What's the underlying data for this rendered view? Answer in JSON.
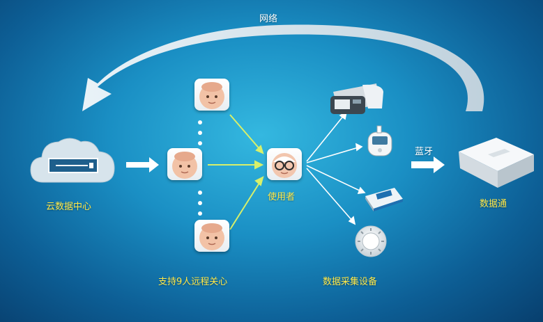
{
  "labels": {
    "network": "网络",
    "cloud": "云数据中心",
    "remote_care": "支持9人远程关心",
    "user": "使用者",
    "devices": "数据采集设备",
    "bluetooth": "蓝牙",
    "hub": "数据通"
  },
  "colors": {
    "background_center": "#34b8e0",
    "background_edge": "#083f6e",
    "label_yellow": "#ffe94a",
    "connector_green": "#d8f06a",
    "connector_white": "#ffffff"
  },
  "icons": {
    "cloud": "cloud-server-icon",
    "caregiver": "caregiver-avatar-icon",
    "user": "user-avatar-glasses-icon",
    "blood_pressure": "blood-pressure-monitor-icon",
    "glucose": "glucose-meter-icon",
    "test_strip": "test-strip-device-icon",
    "round_device": "round-sensor-icon",
    "hub": "data-hub-box-icon"
  }
}
